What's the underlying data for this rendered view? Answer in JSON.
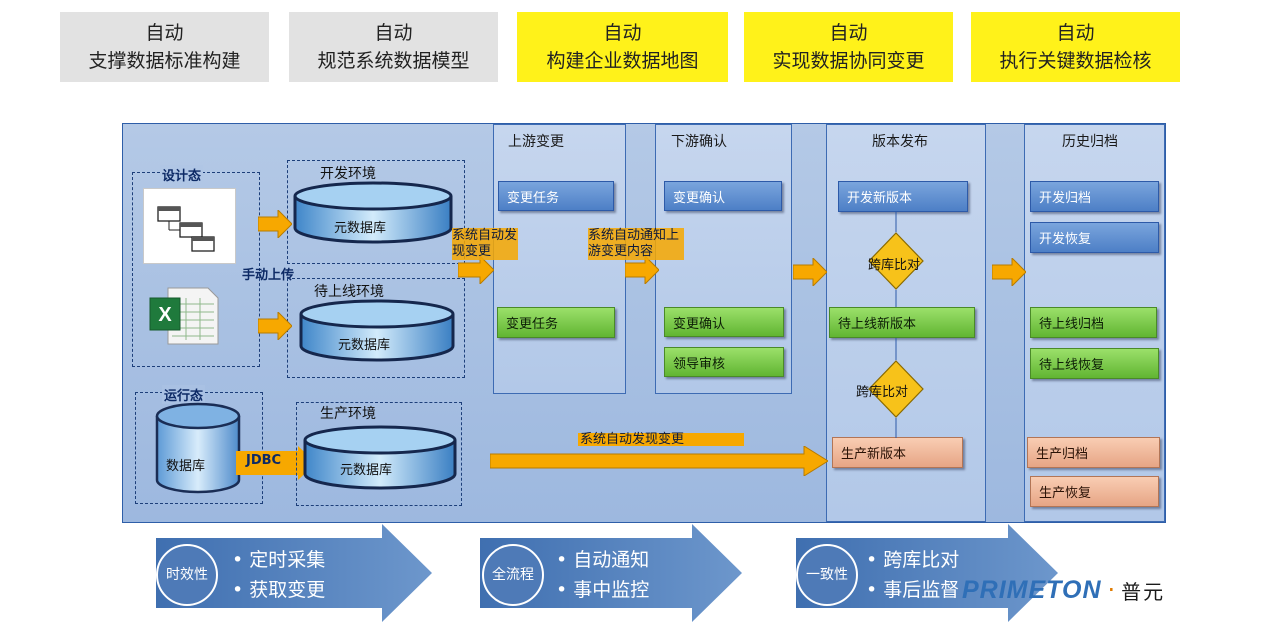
{
  "header": [
    {
      "line1": "自动",
      "line2": "支撑数据标准构建",
      "style": "gray"
    },
    {
      "line1": "自动",
      "line2": "规范系统数据模型",
      "style": "gray"
    },
    {
      "line1": "自动",
      "line2": "构建企业数据地图",
      "style": "yellow"
    },
    {
      "line1": "自动",
      "line2": "实现数据协同变更",
      "style": "yellow"
    },
    {
      "line1": "自动",
      "line2": "执行关键数据检核",
      "style": "yellow"
    }
  ],
  "left": {
    "design_state": "设计态",
    "run_state": "运行态",
    "manual_upload": "手动上传",
    "jdbc": "JDBC",
    "database": "数据库",
    "dev_env": "开发环境",
    "staging_env": "待上线环境",
    "prod_env": "生产环境",
    "meta_db": "元数据库"
  },
  "columns": {
    "upstream": "上游变更",
    "downstream": "下游确认",
    "release": "版本发布",
    "archive": "历史归档"
  },
  "notes": {
    "auto_detect_change": "系统自动发现变更",
    "auto_notify": "系统自动通知上游变更内容",
    "auto_detect_long": "系统自动发现变更"
  },
  "boxes": {
    "change_task_1": "变更任务",
    "change_task_2": "变更任务",
    "change_confirm_1": "变更确认",
    "change_confirm_2": "变更确认",
    "leader_review": "领导审核",
    "dev_new_version": "开发新版本",
    "staging_new_version": "待上线新版本",
    "prod_new_version": "生产新版本",
    "cross_db_compare": "跨库比对",
    "dev_archive": "开发归档",
    "dev_restore": "开发恢复",
    "staging_archive": "待上线归档",
    "staging_restore": "待上线恢复",
    "prod_archive": "生产归档",
    "prod_restore": "生产恢复"
  },
  "bottom": [
    {
      "badge": "时效性",
      "items": [
        "定时采集",
        "获取变更"
      ]
    },
    {
      "badge": "全流程",
      "items": [
        "自动通知",
        "事中监控"
      ]
    },
    {
      "badge": "一致性",
      "items": [
        "跨库比对",
        "事后监督"
      ]
    }
  ],
  "logo": {
    "brand": "PRIMETON",
    "dot": "·",
    "cn": "普元"
  },
  "colors": {
    "yellow": "#fff21a",
    "gray": "#e2e2e2",
    "arrow": "#f7a800",
    "panel": "#a9c1e3",
    "green": "#7ccc48",
    "salmon": "#f1b999",
    "blue_box": "#5b8bcf",
    "bottom_arrow": "#3e6fb0"
  }
}
